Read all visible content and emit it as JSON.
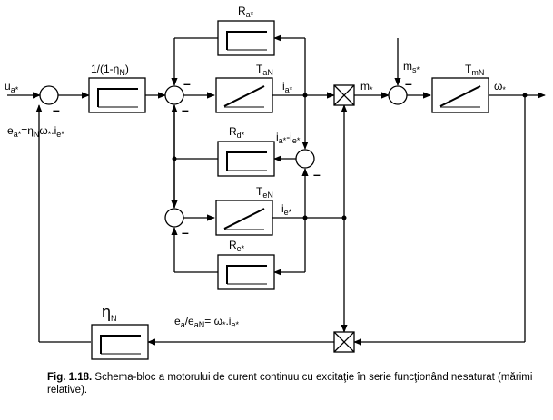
{
  "input_label": "u",
  "input_sub": "a*",
  "eq_feedback": {
    "main": "e",
    "sub1": "a*",
    "eq": "=",
    "eta": "η",
    "sub2": "N",
    "rest": "ω",
    "sub3": "*",
    "i": ".i",
    "sub4": "e*"
  },
  "blocks": {
    "gain": "1/(1-η",
    "gain_sub": "N",
    "gain_close": ")",
    "ra": "R",
    "ra_sub": "a*",
    "tan": "T",
    "tan_sub": "aN",
    "rd": "R",
    "rd_sub": "d*",
    "ten": "T",
    "ten_sub": "eN",
    "re": "R",
    "re_sub": "e*",
    "tmn": "T",
    "tmn_sub": "mN",
    "eta": "η",
    "eta_sub": "N"
  },
  "signals": {
    "ia": "i",
    "ia_sub": "a*",
    "ie": "i",
    "ie_sub": "e*",
    "diff_a": "i",
    "diff_a_sub": "a*",
    "diff_dash": "-i",
    "diff_e_sub": "e*",
    "m": "m",
    "m_sub": "*",
    "ms": "m",
    "ms_sub": "s*",
    "omega": "ω",
    "omega_sub": "*",
    "ratio": "e",
    "ratio_sub1": "a",
    "ratio_slash": "/e",
    "ratio_sub2": "aN",
    "ratio_eq": "= ω",
    "ratio_sub3": "*",
    "ratio_i": ".i",
    "ratio_sub4": "e*"
  },
  "signs": {
    "minus": "–"
  },
  "caption": {
    "figno": "Fig. 1.18.",
    "text": " Schema-bloc a motorului de curent continuu cu excitaţie în serie funcţionând nesaturat (mărimi relative)."
  }
}
